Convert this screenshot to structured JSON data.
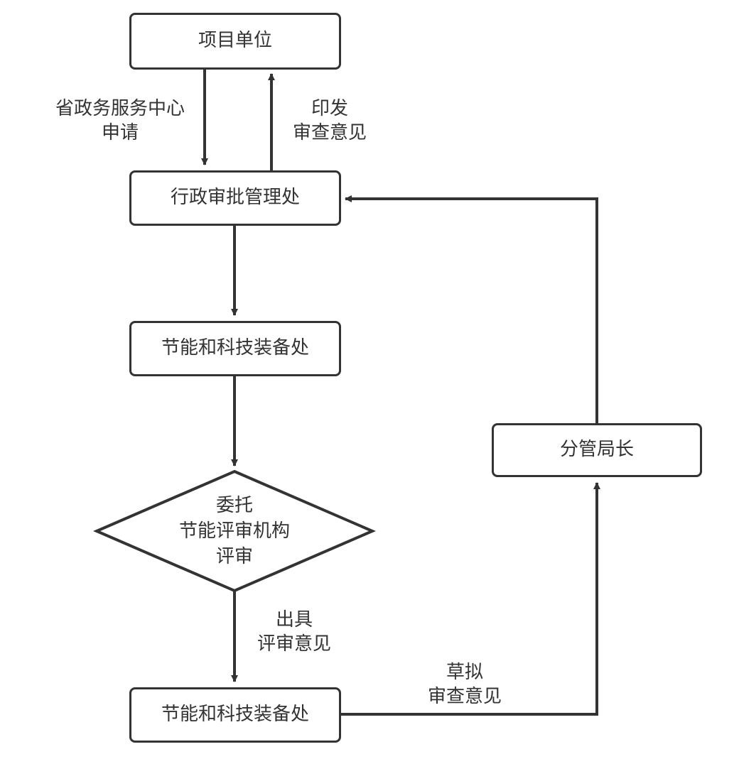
{
  "nodes": {
    "project_unit": "项目单位",
    "admin_approval_office": "行政审批管理处",
    "energy_tech_office_1": "节能和科技装备处",
    "review_diamond": {
      "line1": "委托",
      "line2": "节能评审机构",
      "line3": "评审"
    },
    "energy_tech_office_2": "节能和科技装备处",
    "deputy_director": "分管局长"
  },
  "edge_labels": {
    "apply": {
      "line1": "省政务服务中心",
      "line2": "申请"
    },
    "issue": {
      "line1": "印发",
      "line2": "审查意见"
    },
    "review_result": {
      "line1": "出具",
      "line2": "评审意见"
    },
    "draft": {
      "line1": "草拟",
      "line2": "审查意见"
    }
  },
  "colors": {
    "stroke": "#333333",
    "fill": "#ffffff"
  }
}
